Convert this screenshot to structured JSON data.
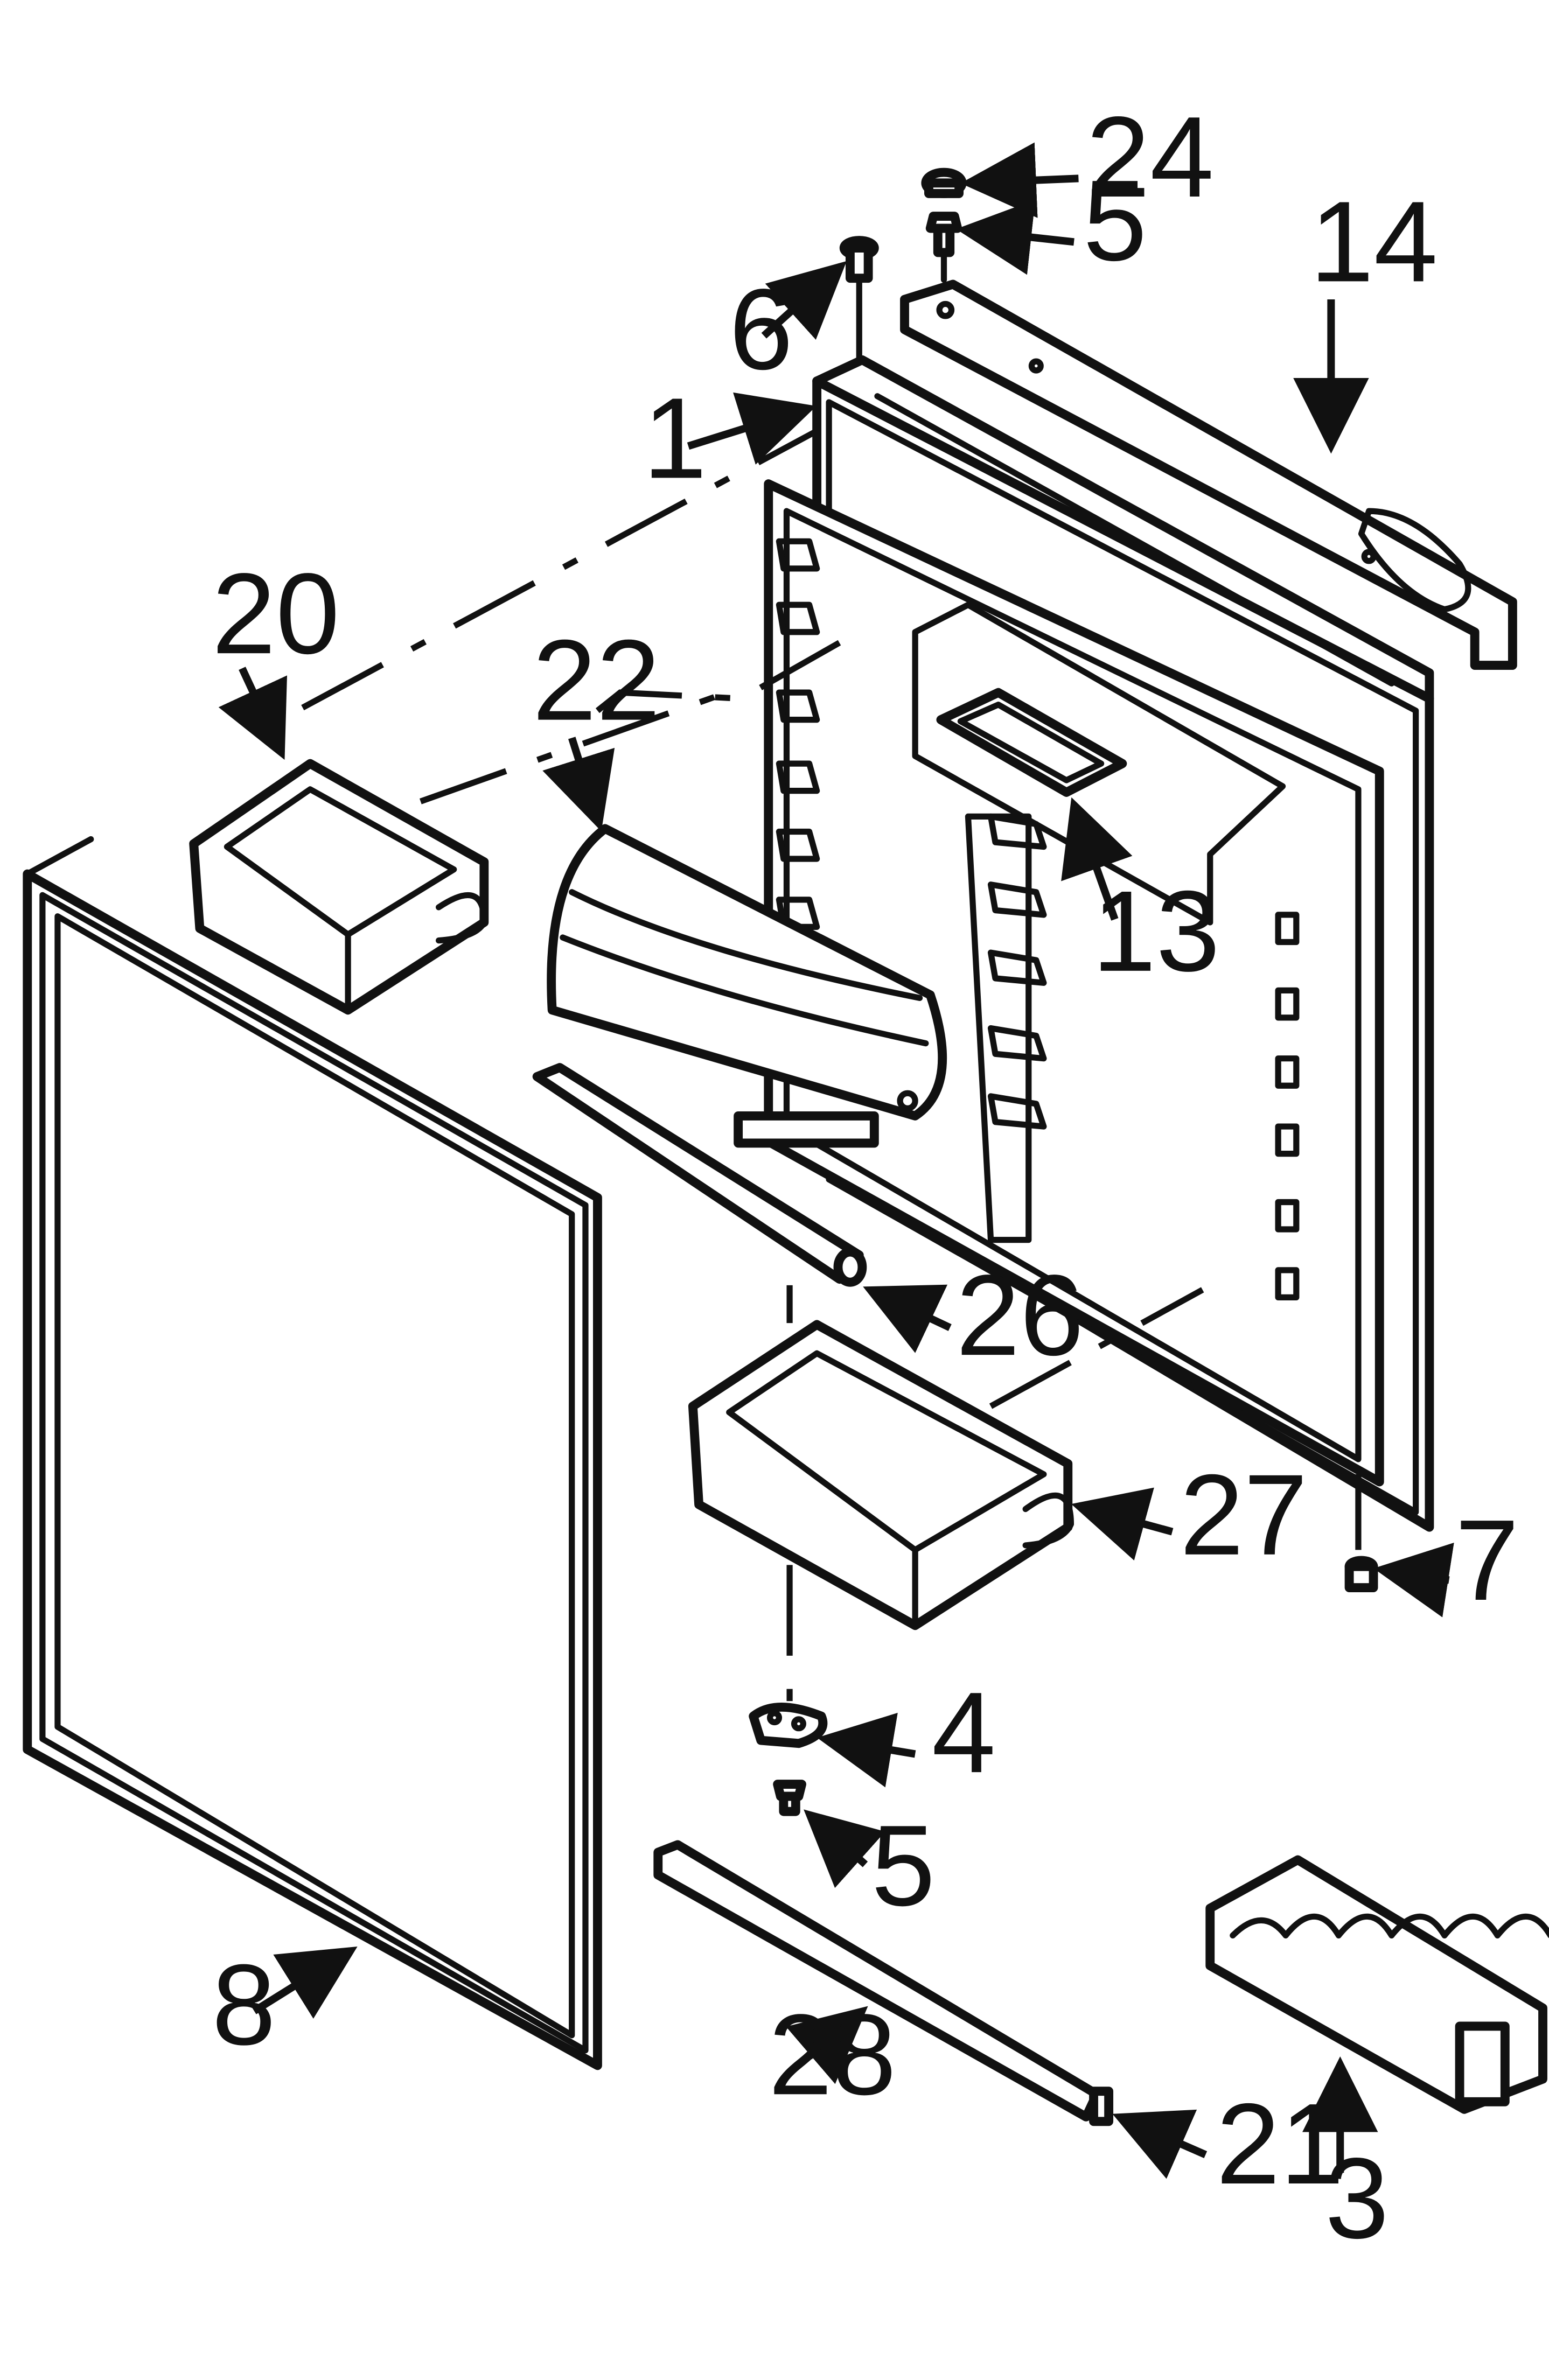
{
  "diagram": {
    "callouts": [
      {
        "id": "p24",
        "label": "24",
        "part": "plug-button"
      },
      {
        "id": "p5a",
        "label": "5",
        "part": "screw-top"
      },
      {
        "id": "p14",
        "label": "14",
        "part": "door-top-cap"
      },
      {
        "id": "p6",
        "label": "6",
        "part": "hinge-pin-top"
      },
      {
        "id": "p1",
        "label": "1",
        "part": "door-liner-assembly"
      },
      {
        "id": "p20",
        "label": "20",
        "part": "door-bin-upper"
      },
      {
        "id": "p22",
        "label": "22",
        "part": "dairy-door"
      },
      {
        "id": "p13",
        "label": "13",
        "part": "dairy-center-insert"
      },
      {
        "id": "p26",
        "label": "26",
        "part": "shelf-retainer-bar"
      },
      {
        "id": "p27",
        "label": "27",
        "part": "door-bin-lower"
      },
      {
        "id": "p7",
        "label": "7",
        "part": "hinge-bushing-bottom"
      },
      {
        "id": "p4",
        "label": "4",
        "part": "door-stop"
      },
      {
        "id": "p5b",
        "label": "5",
        "part": "screw-bottom"
      },
      {
        "id": "p8",
        "label": "8",
        "part": "door-gasket"
      },
      {
        "id": "p28",
        "label": "28",
        "part": "door-handle-trim"
      },
      {
        "id": "p21",
        "label": "21",
        "part": "end-cap"
      },
      {
        "id": "p3",
        "label": "3",
        "part": "egg-tray"
      }
    ]
  }
}
